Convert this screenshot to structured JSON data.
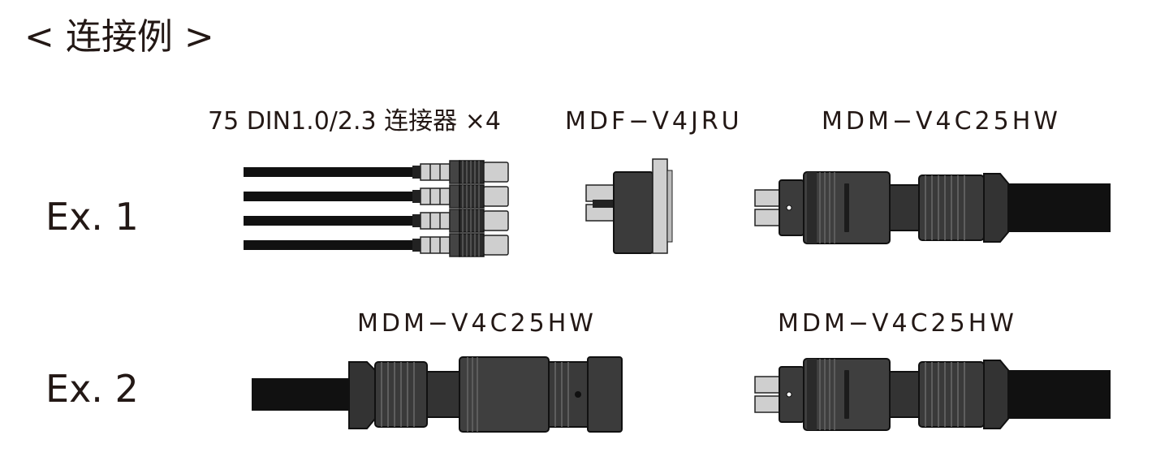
{
  "title": "< 连接例 >",
  "examples": [
    {
      "label": "Ex. 1",
      "items": [
        {
          "label": "75 DIN1.0/2.3 连接器 ×4"
        },
        {
          "label": "MDF−V4JRU"
        },
        {
          "label": "MDM−V4C25HW"
        }
      ]
    },
    {
      "label": "Ex. 2",
      "items": [
        {
          "label": "MDM−V4C25HW"
        },
        {
          "label": "MDM−V4C25HW"
        }
      ]
    }
  ],
  "colors": {
    "text": "#231815",
    "cable": "#111111",
    "body_dark": "#2b2b2b",
    "body_mid": "#4a4a4a",
    "metal": "#cfcfcf"
  }
}
